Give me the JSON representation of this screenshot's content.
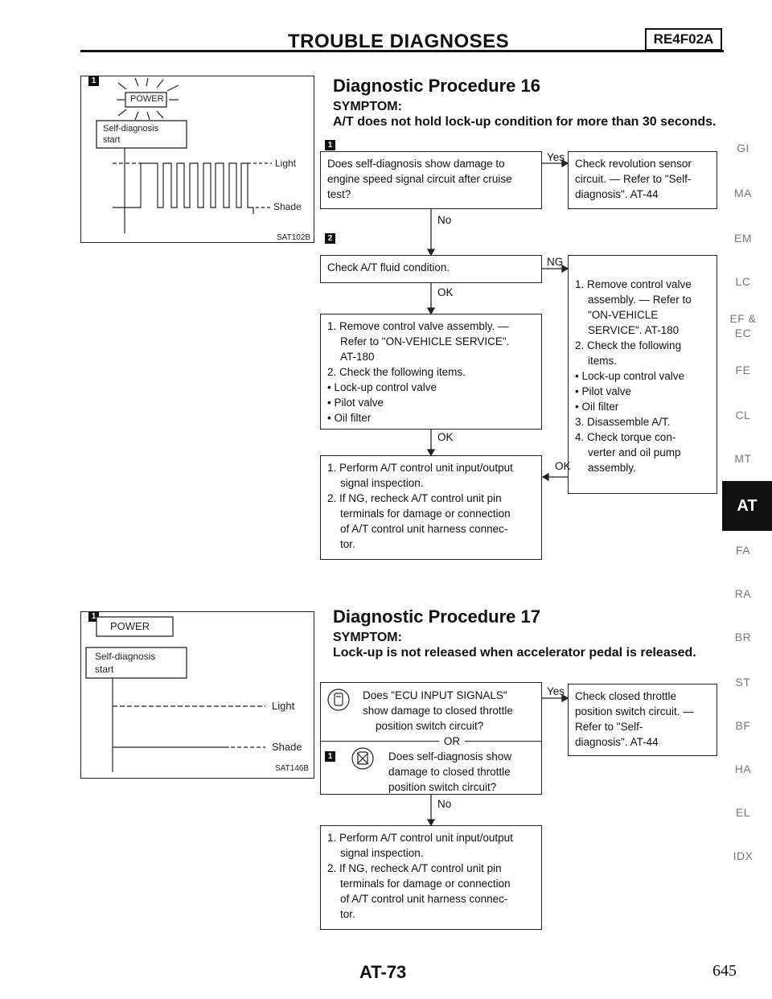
{
  "header": {
    "title": "TROUBLE DIAGNOSES",
    "badge": "RE4F02A"
  },
  "proc16": {
    "title": "Diagnostic Procedure 16",
    "symptom_label": "SYMPTOM:",
    "symptom": "A/T does not hold lock-up condition for more than 30 seconds.",
    "box1": [
      "Does self-diagnosis show damage to",
      "engine speed signal circuit after cruise",
      "test?"
    ],
    "yes": "Yes",
    "no": "No",
    "box_right1": [
      "Check revolution sensor",
      "circuit. — Refer to \"Self-",
      "diagnosis\". AT-44"
    ],
    "box2": "Check A/T fluid condition.",
    "ng": "NG",
    "ok1": "OK",
    "box3": [
      "1. Remove control valve assembly. —",
      "Refer to \"ON-VEHICLE SERVICE\".",
      "AT-180",
      "2. Check the following items.",
      "• Lock-up control valve",
      "• Pilot valve",
      "• Oil filter"
    ],
    "box_right2": [
      "1. Remove control valve",
      "assembly. — Refer to",
      "\"ON-VEHICLE",
      "SERVICE\". AT-180",
      "2. Check the following",
      "items.",
      "• Lock-up control valve",
      "• Pilot valve",
      "• Oil filter",
      "3. Disassemble A/T.",
      "4. Check torque con-",
      "verter and oil pump",
      "assembly."
    ],
    "ok2": "OK",
    "ok3": "OK",
    "box4": [
      "1. Perform A/T control unit input/output",
      "signal inspection.",
      "2. If NG, recheck A/T control unit pin",
      "terminals for damage or connection",
      "of A/T control unit harness connec-",
      "tor."
    ],
    "marker1": "1",
    "marker2": "2"
  },
  "fig1": {
    "power": "POWER",
    "selfdiag": [
      "Self-diagnosis",
      "start"
    ],
    "light": "Light",
    "shade": "Shade",
    "code": "SAT102B",
    "marker": "1"
  },
  "proc17": {
    "title": "Diagnostic Procedure 17",
    "symptom_label": "SYMPTOM:",
    "symptom": "Lock-up is not released when accelerator pedal is released.",
    "q1": [
      "Does \"ECU INPUT SIGNALS\"",
      "show damage to closed throttle",
      "position switch circuit?"
    ],
    "or": "OR",
    "q2": [
      "Does self-diagnosis show",
      "damage to closed throttle",
      "position switch circuit?"
    ],
    "yes": "Yes",
    "no": "No",
    "box_right": [
      "Check closed throttle",
      "position switch circuit. —",
      "Refer to \"Self-",
      "diagnosis\". AT-44"
    ],
    "box_bottom": [
      "1. Perform A/T control unit input/output",
      "signal inspection.",
      "2. If NG, recheck A/T control unit pin",
      "terminals for damage or connection",
      "of A/T control unit harness connec-",
      "tor."
    ],
    "marker": "1"
  },
  "fig2": {
    "power": "POWER",
    "selfdiag": [
      "Self-diagnosis",
      "start"
    ],
    "light": "Light",
    "shade": "Shade",
    "code": "SAT146B",
    "marker": "1"
  },
  "sidebar": [
    "GI",
    "MA",
    "EM",
    "LC",
    "EF &",
    "EC",
    "FE",
    "CL",
    "MT",
    "AT",
    "FA",
    "RA",
    "BR",
    "ST",
    "BF",
    "HA",
    "EL",
    "IDX"
  ],
  "footer": {
    "page": "AT-73",
    "number": "645"
  }
}
